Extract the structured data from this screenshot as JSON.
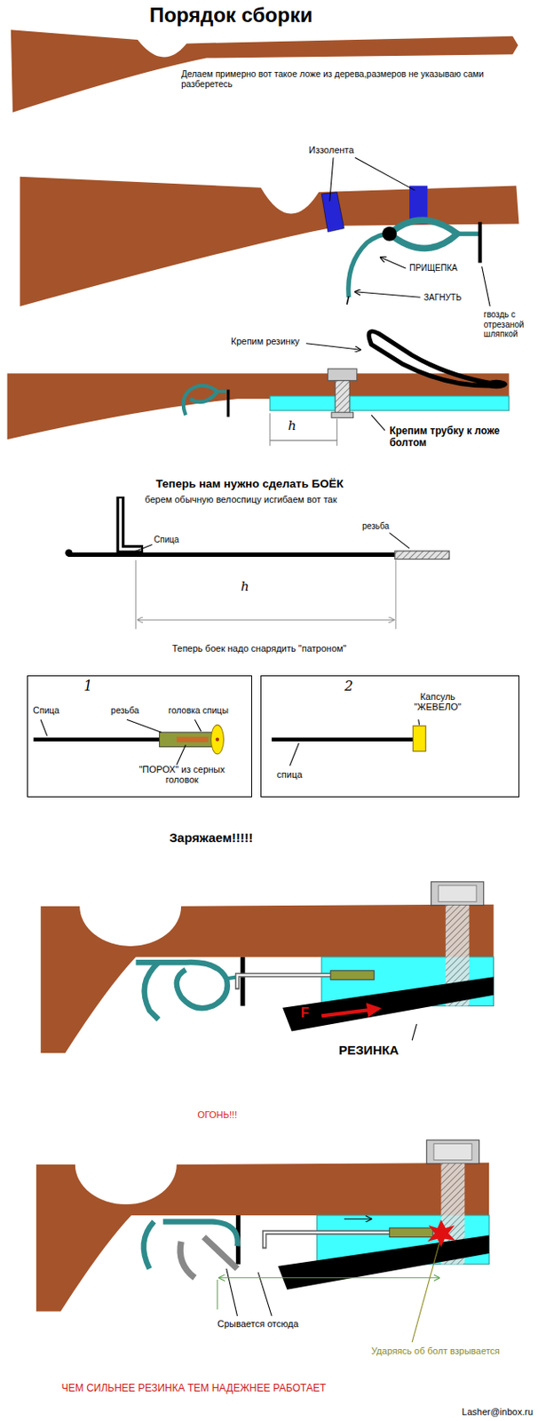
{
  "diagram": {
    "title": "Порядок сборки",
    "nodes": [
      {
        "text": [
          "1",
          "Спица",
          "резьба",
          "головка спицы",
          "\"ПОРОХ\" из серных головок"
        ]
      },
      {
        "text": [
          "2",
          "Капсуль \"ЖЕВЕЛО\"",
          "спица"
        ]
      }
    ],
    "labels": [
      "Делаем примерно вот такое ложе из дерева,размеров не указываю сами разберетесь",
      "Иззолента",
      "ПРИЩЕПКА",
      "ЗАГНУТЬ",
      "гвоздь с отрезаной шляпкой",
      "Крепим резинку",
      "h",
      "Крепим трубку к ложе болтом",
      "Теперь нам нужно сделать БОЁК",
      "берем обычную велоспицу исгибаем вот так",
      "Спица",
      "резьба",
      "h",
      "Теперь боек надо снарядить \"патроном\"",
      "Заряжаем!!!!!",
      "F",
      "РЕЗИНКА",
      "ОГОНЬ!!!",
      "Срывается отсюда",
      "Ударяясь об болт взрывается",
      "ЧЕМ СИЛЬНЕЕ РЕЗИНКА ТЕМ НАДЕЖНЕЕ РАБОТАЕТ",
      "Lasher@inbox.ru"
    ]
  }
}
